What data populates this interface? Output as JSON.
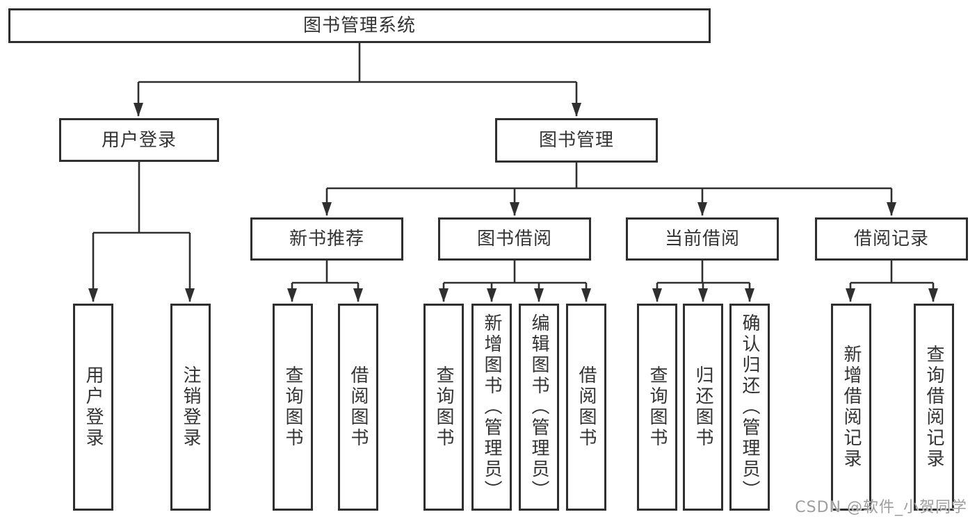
{
  "diagram": {
    "type": "tree",
    "line_color": "#2f2f2f",
    "box_background": "#ffffff",
    "text_color": "#333333",
    "root": {
      "label": "图书管理系统",
      "children": [
        {
          "label": "用户登录",
          "children": [
            {
              "label": "用户登录"
            },
            {
              "label": "注销登录"
            }
          ]
        },
        {
          "label": "图书管理",
          "children": [
            {
              "label": "新书推荐",
              "children": [
                {
                  "label": "查询图书"
                },
                {
                  "label": "借阅图书"
                }
              ]
            },
            {
              "label": "图书借阅",
              "children": [
                {
                  "label": "查询图书"
                },
                {
                  "label": "新增图书（管理员）"
                },
                {
                  "label": "编辑图书（管理员）"
                },
                {
                  "label": "借阅图书"
                }
              ]
            },
            {
              "label": "当前借阅",
              "children": [
                {
                  "label": "查询图书"
                },
                {
                  "label": "归还图书"
                },
                {
                  "label": "确认归还（管理员）"
                }
              ]
            },
            {
              "label": "借阅记录",
              "children": [
                {
                  "label": "新增借阅记录"
                },
                {
                  "label": "查询借阅记录"
                }
              ]
            }
          ]
        }
      ]
    }
  },
  "watermark": {
    "text": "CSDN @软件_小贺同学",
    "color": "#9e9e9e"
  }
}
